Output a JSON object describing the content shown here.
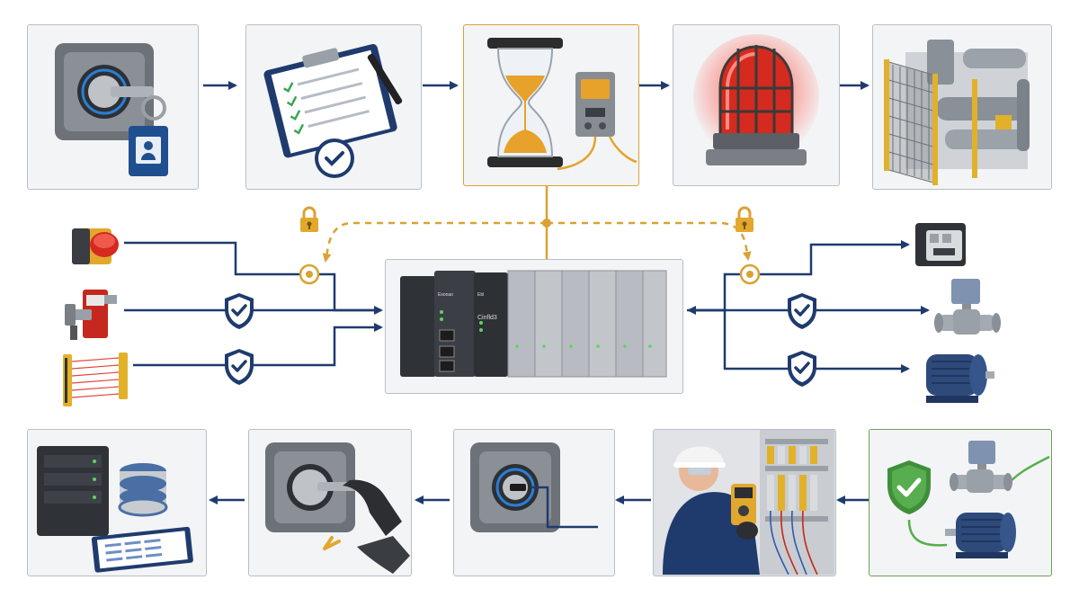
{
  "diagram": {
    "plc": {
      "brand_label": "Esonao",
      "model_label": "Cinfld3",
      "module_label": "Ebl"
    },
    "steps_top": [
      {
        "icon": "key-switch-lock-icon"
      },
      {
        "icon": "checklist-clipboard-icon"
      },
      {
        "icon": "hourglass-timer-relay-icon"
      },
      {
        "icon": "red-warning-beacon-icon"
      },
      {
        "icon": "machinery-guard-fence-icon"
      }
    ],
    "steps_bottom": [
      {
        "icon": "database-server-icon"
      },
      {
        "icon": "key-removal-icon"
      },
      {
        "icon": "key-switch-off-icon"
      },
      {
        "icon": "technician-multimeter-icon"
      },
      {
        "icon": "verified-safe-equipment-icon"
      }
    ],
    "inputs": [
      {
        "icon": "emergency-stop-button-icon"
      },
      {
        "icon": "safety-interlock-switch-icon"
      },
      {
        "icon": "light-curtain-icon"
      }
    ],
    "outputs": [
      {
        "icon": "contactor-icon"
      },
      {
        "icon": "solenoid-valve-icon"
      },
      {
        "icon": "electric-motor-icon"
      }
    ],
    "colors": {
      "arrow": "#1f3b6e",
      "shield": "#1f3b6e",
      "timer_link": "#d9a233",
      "verify_border": "#6f9f56",
      "beacon": "#d42a1f"
    }
  }
}
